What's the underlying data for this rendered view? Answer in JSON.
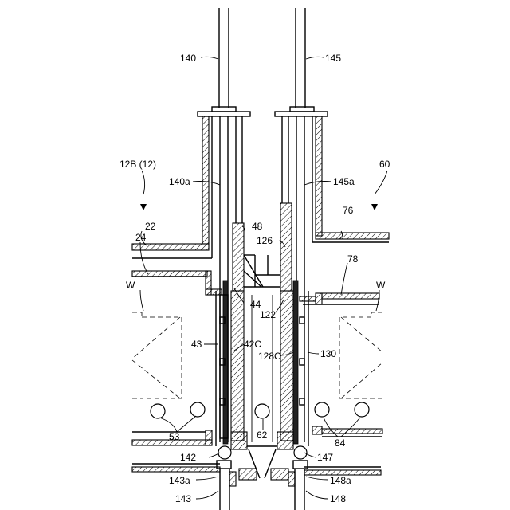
{
  "labels": {
    "l140": "140",
    "l145": "145",
    "l12b": "12B (12)",
    "l60": "60",
    "l140a": "140a",
    "l145a": "145a",
    "l22": "22",
    "l24": "24",
    "l76": "76",
    "l48": "48",
    "l126": "126",
    "l78": "78",
    "lW1": "W",
    "lW2": "W",
    "l44": "44",
    "l122": "122",
    "l43": "43",
    "l42c": "42C",
    "l128c": "128C",
    "l130": "130",
    "l53": "53",
    "l62": "62",
    "l84": "84",
    "l142": "142",
    "l147": "147",
    "l143a": "143a",
    "l148a": "148a",
    "l143": "143",
    "l148": "148"
  }
}
